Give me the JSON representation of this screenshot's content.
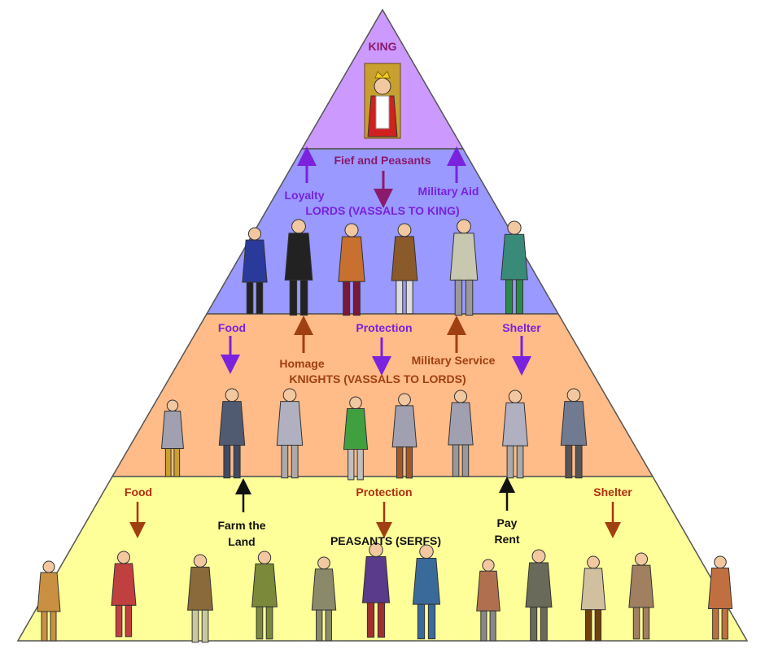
{
  "tiers": {
    "king": {
      "title": "KING",
      "color": "#cc99ff"
    },
    "lords": {
      "title": "LORDS (VASSALS TO KING)",
      "color": "#9999ff",
      "labels": {
        "fief": "Fief and Peasants",
        "loyalty": "Loyalty",
        "military_aid": "Military Aid"
      }
    },
    "knights": {
      "title": "KNIGHTS (VASSALS TO LORDS)",
      "color": "#ffbb88",
      "labels": {
        "food": "Food",
        "protection": "Protection",
        "shelter": "Shelter",
        "homage": "Homage",
        "military_service": "Military Service"
      }
    },
    "peasants": {
      "title": "PEASANTS (SERFS)",
      "color": "#ffff99",
      "labels": {
        "food": "Food",
        "protection": "Protection",
        "shelter": "Shelter",
        "farm_1": "Farm the",
        "farm_2": "Land",
        "pay_1": "Pay",
        "pay_2": "Rent"
      }
    }
  },
  "colors": {
    "purple": "#7a22dd",
    "magenta": "#8b1a6b",
    "brown": "#a04010",
    "red_brown": "#b03010",
    "black": "#111111"
  }
}
